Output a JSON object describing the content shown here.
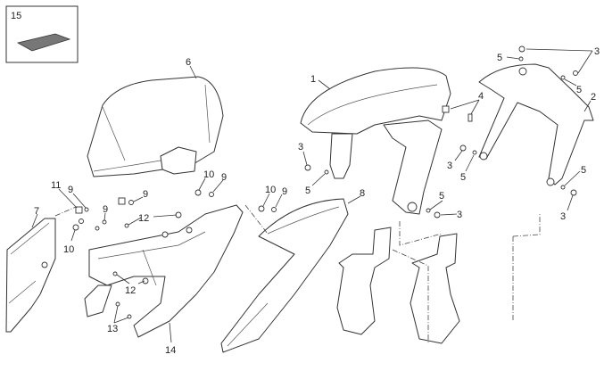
{
  "diagram": {
    "kit_box_label": "15",
    "callouts": [
      "6",
      "1",
      "3",
      "5",
      "3",
      "5",
      "4",
      "5",
      "3",
      "5",
      "2",
      "5",
      "3",
      "5",
      "3",
      "8",
      "10",
      "9",
      "9",
      "10",
      "9",
      "11",
      "9",
      "7",
      "9",
      "10",
      "12",
      "12",
      "13",
      "14"
    ]
  }
}
